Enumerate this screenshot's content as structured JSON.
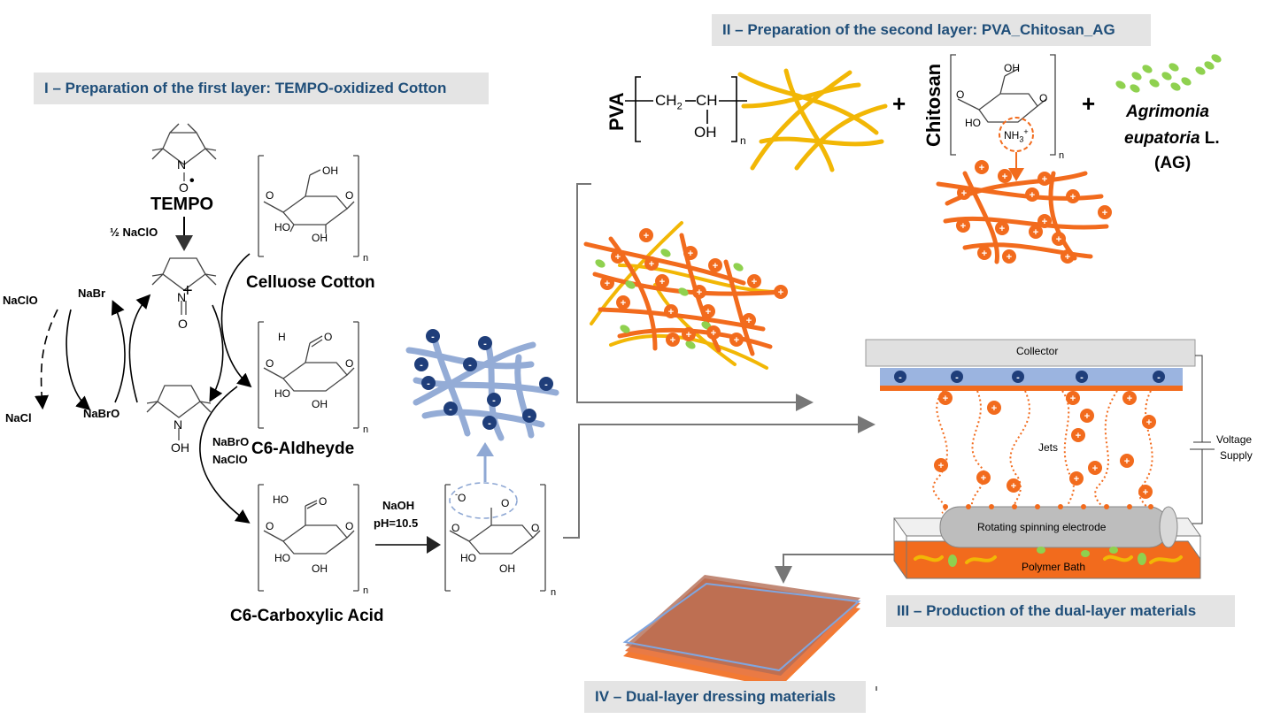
{
  "section_titles": {
    "first_layer": "I – Preparation of the first layer: TEMPO-oxidized Cotton",
    "second_layer": "II – Preparation of the second layer: PVA_Chitosan_AG",
    "production": "III – Production of the dual-layer materials",
    "dressing": "IV – Dual-layer dressing materials"
  },
  "tempo_cycle": {
    "tempo_label": "TEMPO",
    "half_naclo": "½ NaClO",
    "naclo": "NaClO",
    "nabr": "NaBr",
    "nacl": "NaCl",
    "nabro": "NaBrO",
    "nabro_naclo_1": "NaBrO",
    "nabro_naclo_2": "NaClO",
    "plus_sign": "+",
    "n_atom": "N",
    "o_atom": "O",
    "oh_group": "OH",
    "o_minus": "O"
  },
  "cellulose": {
    "cotton_label": "Celluose Cotton",
    "aldehyde_label": "C6-Aldheyde",
    "carboxylic_label": "C6-Carboxylic Acid",
    "naoh": "NaOH",
    "ph": "pH=10.5",
    "oh": "OH",
    "ho": "HO",
    "o": "O",
    "h": "H",
    "subscript_n": "n",
    "o_minus": "O"
  },
  "second_layer": {
    "pva": "PVA",
    "ch2": "CH",
    "ch2_sub": "2",
    "ch": "CH",
    "oh": "OH",
    "n": "n",
    "plus": "+",
    "chitosan": "Chitosan",
    "nh3": "NH",
    "nh3_sub": "3",
    "nh3_plus": "+",
    "agrimonia_1": "Agrimonia",
    "agrimonia_2": "eupatoria",
    "agrimonia_2b": " L.",
    "agrimonia_3": "(AG)"
  },
  "electrospinning": {
    "collector": "Collector",
    "jets": "Jets",
    "voltage_1": "Voltage",
    "voltage_2": "Supply",
    "electrode": "Rotating spinning electrode",
    "bath": "Polymer Bath"
  },
  "colors": {
    "title_text": "#1f4e79",
    "title_bg": "#e4e4e4",
    "positive": "#f26b1d",
    "negative": "#1f3e7a",
    "cellulose_fiber": "#8fa8d4",
    "pva_fiber": "#f2b705",
    "ag_particle": "#8fd14f"
  }
}
